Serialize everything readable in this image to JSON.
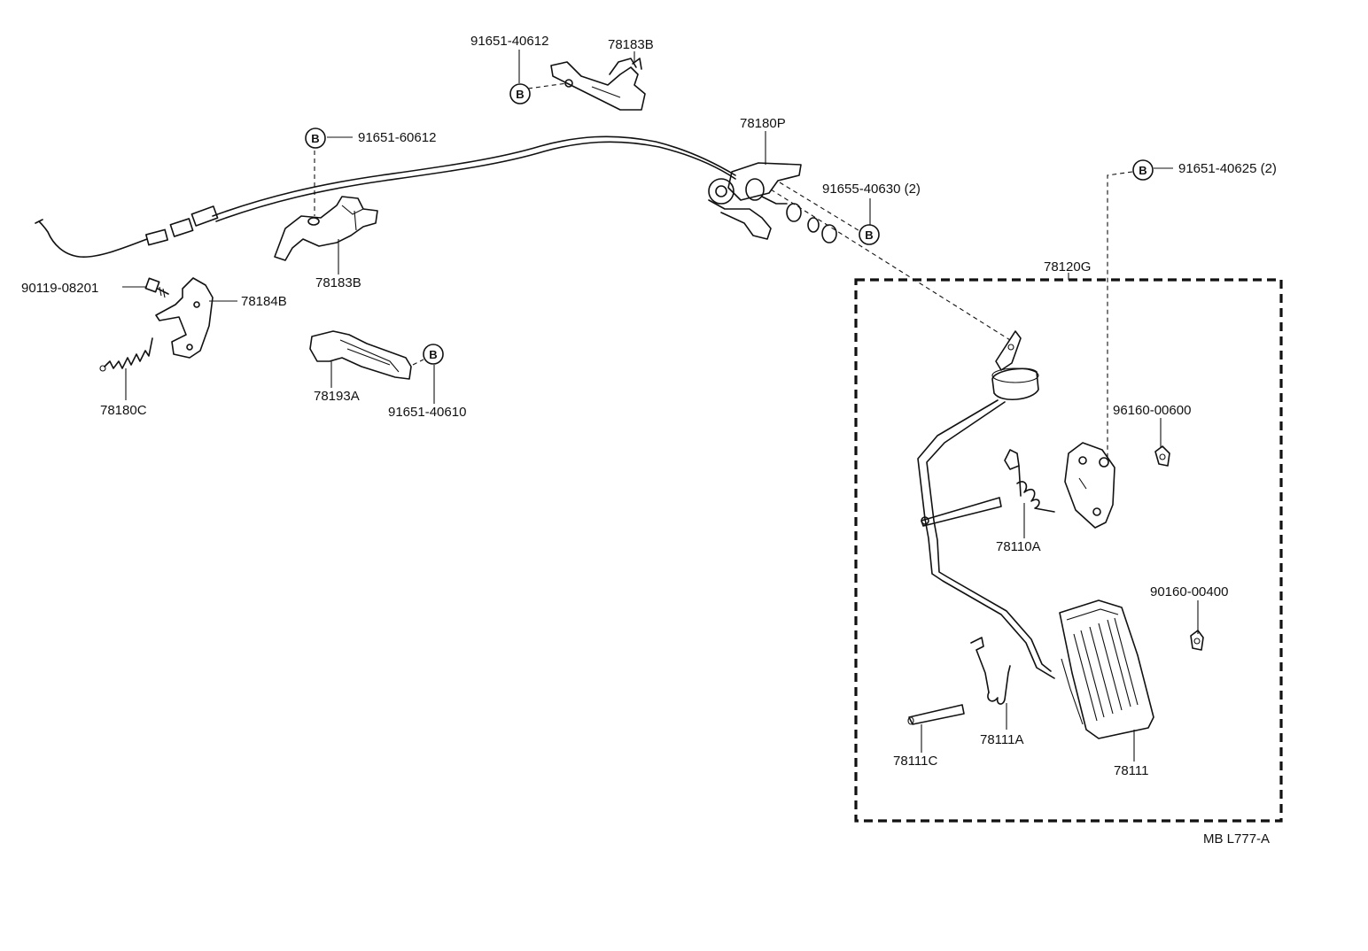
{
  "labels": {
    "p_91651_40612": "91651-40612",
    "p_78183B_top": "78183B",
    "p_91651_60612": "91651-60612",
    "p_78180P": "78180P",
    "p_91655_40630": "91655-40630 (2)",
    "p_91651_40625": "91651-40625 (2)",
    "p_78120G": "78120G",
    "p_90119_08201": "90119-08201",
    "p_78184B": "78184B",
    "p_78183B_mid": "78183B",
    "p_78180C": "78180C",
    "p_78193A": "78193A",
    "p_91651_40610": "91651-40610",
    "p_96160_00600": "96160-00600",
    "p_78110A": "78110A",
    "p_90160_00400": "90160-00400",
    "p_78111A": "78111A",
    "p_78111C": "78111C",
    "p_78111": "78111",
    "diagram_code": "MB L777-A"
  },
  "bolt_marker": "B"
}
